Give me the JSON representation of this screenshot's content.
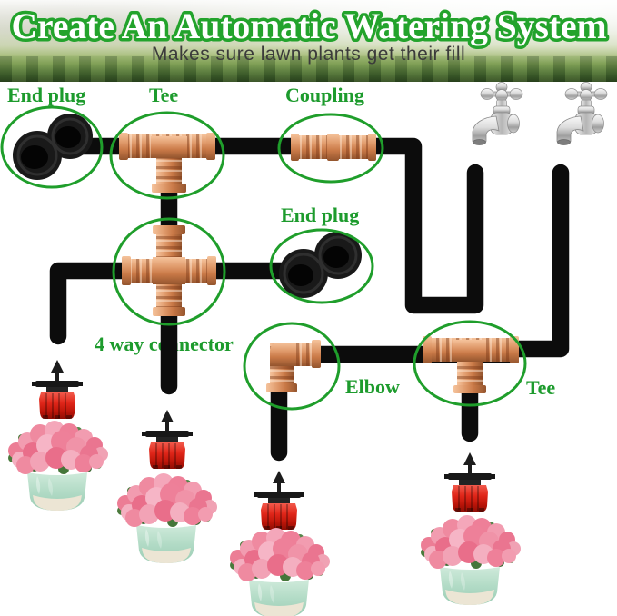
{
  "header": {
    "title": "Create An Automatic Watering System",
    "subtitle": "Makes sure lawn plants get their fill"
  },
  "diagram": {
    "labels": {
      "end_plug_top": "End plug",
      "tee_top": "Tee",
      "coupling": "Coupling",
      "end_plug_mid": "End plug",
      "four_way_connector": "4 way connector",
      "elbow": "Elbow",
      "tee_bottom": "Tee"
    },
    "colors": {
      "title_fill": "#ffffff",
      "title_outline_green": "#23a32c",
      "subtitle_gray": "#3b3b3b",
      "label_green": "#1d9b2d",
      "circle_green": "#1f9e2b",
      "tube_black": "#0c0c0c",
      "fitting_copper": "#d68d5f",
      "dripper_red": "#d9231a",
      "pot_mint": "#aed8c2",
      "flower_pink": "#ef8fa3",
      "faucet_chrome": "#c9c9c9"
    }
  }
}
